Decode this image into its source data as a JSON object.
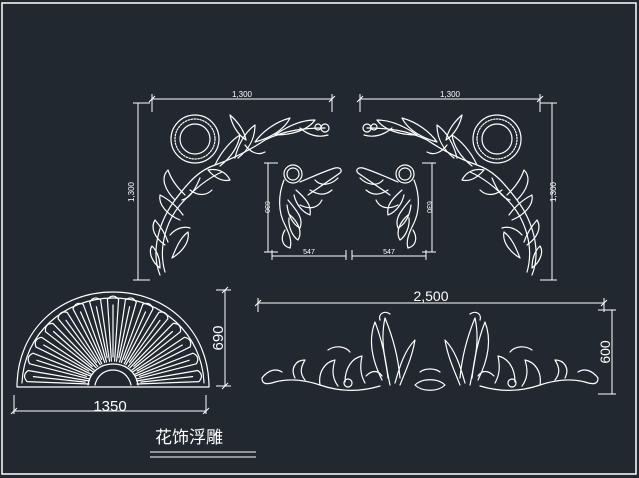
{
  "drawing": {
    "title": "花饰浮雕",
    "background": "#212830",
    "line_color": "#ffffff"
  },
  "dimensions": {
    "top_left_width": "1,300",
    "top_left_height": "1,300",
    "top_right_width": "1,300",
    "top_right_height": "1,300",
    "small_left_width": "547",
    "small_left_height": "630",
    "small_right_width": "547",
    "small_right_height": "630",
    "fan_width": "1350",
    "fan_height": "690",
    "frieze_width": "2,500",
    "frieze_height": "600"
  }
}
